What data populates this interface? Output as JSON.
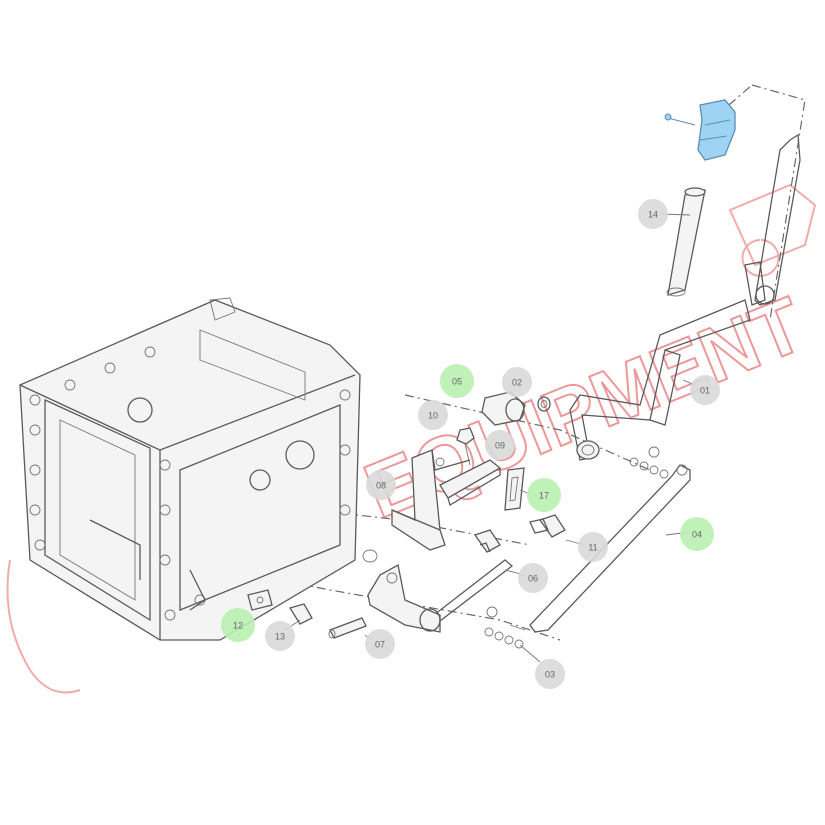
{
  "watermark": {
    "text": "EQUIPMENT",
    "color": "#e04545"
  },
  "colors": {
    "callout_default": "#d9d9d9",
    "callout_highlight": "#b9f0b0",
    "highlight_part": "#9fd3f4",
    "line": "#5a5a5a"
  },
  "callouts": [
    {
      "id": "14",
      "label": "14",
      "highlight": false
    },
    {
      "id": "05",
      "label": "05",
      "highlight": true
    },
    {
      "id": "02",
      "label": "02",
      "highlight": false
    },
    {
      "id": "01",
      "label": "01",
      "highlight": false
    },
    {
      "id": "10",
      "label": "10",
      "highlight": false
    },
    {
      "id": "09",
      "label": "09",
      "highlight": false
    },
    {
      "id": "08",
      "label": "08",
      "highlight": false
    },
    {
      "id": "17",
      "label": "17",
      "highlight": true
    },
    {
      "id": "11",
      "label": "11",
      "highlight": false
    },
    {
      "id": "04",
      "label": "04",
      "highlight": true
    },
    {
      "id": "06",
      "label": "06",
      "highlight": false
    },
    {
      "id": "12",
      "label": "12",
      "highlight": true
    },
    {
      "id": "13",
      "label": "13",
      "highlight": false
    },
    {
      "id": "07",
      "label": "07",
      "highlight": false
    },
    {
      "id": "03",
      "label": "03",
      "highlight": false
    }
  ]
}
